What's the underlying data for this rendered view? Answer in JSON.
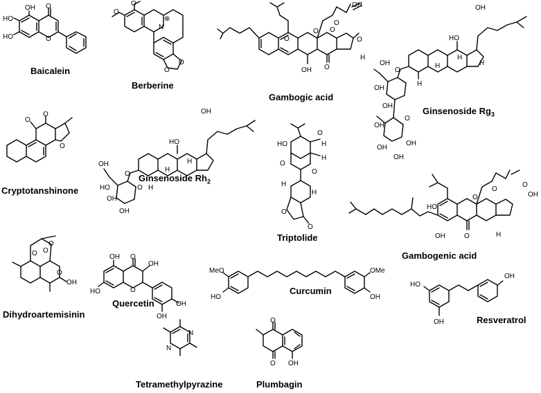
{
  "compounds": {
    "baicalein": {
      "name": "Baicalein",
      "atoms": {
        "oh1": "OH",
        "ho2": "HO",
        "ho3": "HO",
        "o_ring": "O",
        "o_keto": "O"
      }
    },
    "berberine": {
      "name": "Berberine",
      "atoms": {
        "o1": "O",
        "o2": "O",
        "n": "N",
        "charge": "⊕",
        "o3": "O",
        "o4": "O"
      }
    },
    "gambogic_acid": {
      "name": "Gambogic acid",
      "atoms": {
        "oh": "OH",
        "o_acid": "O",
        "o1": "O",
        "o2": "O",
        "o3": "O",
        "o4": "O",
        "oh_bottom": "OH",
        "o_keto": "O",
        "h": "H"
      }
    },
    "ginsenoside_rg3": {
      "name_main": "Ginsenoside Rg",
      "name_sub": "3",
      "atoms": {
        "oh_top": "OH",
        "ho": "HO",
        "h1": "H",
        "h2": "H",
        "h3": "H",
        "h4": "H",
        "o": "O",
        "oh1": "OH",
        "oh2": "OH",
        "oh3": "OH",
        "oh4": "OH",
        "oh5": "OH",
        "oh6": "OH",
        "oh7": "OH",
        "o2": "O"
      }
    },
    "cryptotanshinone": {
      "name": "Cryptotanshinone",
      "atoms": {
        "o1": "O",
        "o2": "O",
        "o3": "O"
      }
    },
    "ginsenoside_rh2": {
      "name_main": "Ginsenoside Rh",
      "name_sub": "2",
      "atoms": {
        "oh_top": "OH",
        "ho": "HO",
        "h1": "H",
        "h2": "H",
        "h3": "H",
        "o": "O",
        "o_sugar": "O",
        "oh1": "OH",
        "oh2": "OH",
        "oh3": "OH",
        "ho2": "HO"
      }
    },
    "triptolide": {
      "name": "Triptolide",
      "atoms": {
        "ho": "HO",
        "o1": "O",
        "o2": "O",
        "o3": "O",
        "o4": "O",
        "o5": "O",
        "h1": "H",
        "h2": "H",
        "h3": "H",
        "h4": "H"
      }
    },
    "gambogenic_acid": {
      "name": "Gambogenic acid",
      "atoms": {
        "ho": "HO",
        "oh": "OH",
        "o1": "O",
        "o2": "O",
        "o_acid": "O",
        "oh_acid": "OH",
        "o_keto": "O",
        "h": "H"
      }
    },
    "dihydroartemisinin": {
      "name": "Dihydroartemisinin",
      "atoms": {
        "o1": "O",
        "o2": "O",
        "o3": "O",
        "o4": "O",
        "oh": "OH"
      }
    },
    "quercetin": {
      "name": "Quercetin",
      "atoms": {
        "oh1": "OH",
        "o_keto": "O",
        "oh2": "OH",
        "ho": "HO",
        "o_ring": "O",
        "oh3": "OH",
        "oh4": "OH"
      }
    },
    "curcumin": {
      "name": "Curcumin",
      "atoms": {
        "meo": "MeO",
        "ome": "OMe",
        "ho": "HO",
        "oh": "OH"
      }
    },
    "resveratrol": {
      "name": "Resveratrol",
      "atoms": {
        "oh1": "OH",
        "ho": "HO",
        "oh2": "OH"
      }
    },
    "tetramethylpyrazine": {
      "name": "Tetramethylpyrazine",
      "atoms": {
        "n1": "N",
        "n2": "N"
      }
    },
    "plumbagin": {
      "name": "Plumbagin",
      "atoms": {
        "o1": "O",
        "o2": "O",
        "oh": "OH"
      }
    }
  }
}
